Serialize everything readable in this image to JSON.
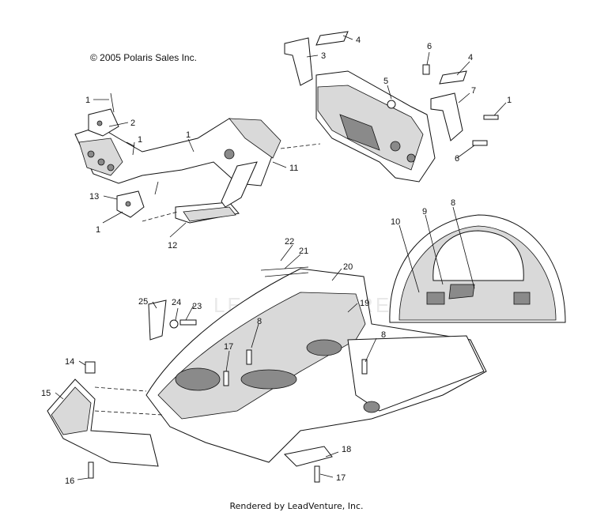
{
  "copyright": "© 2005 Polaris Sales Inc.",
  "footer": "Rendered by LeadVenture, Inc.",
  "watermark": "LEADVENTURE",
  "callouts": [
    "1",
    "2",
    "1",
    "1",
    "13",
    "1",
    "12",
    "11",
    "3",
    "4",
    "5",
    "6",
    "4",
    "7",
    "1",
    "6",
    "10",
    "9",
    "8",
    "22",
    "21",
    "20",
    "25",
    "24",
    "23",
    "19",
    "8",
    "17",
    "14",
    "15",
    "16",
    "8",
    "18",
    "17"
  ]
}
